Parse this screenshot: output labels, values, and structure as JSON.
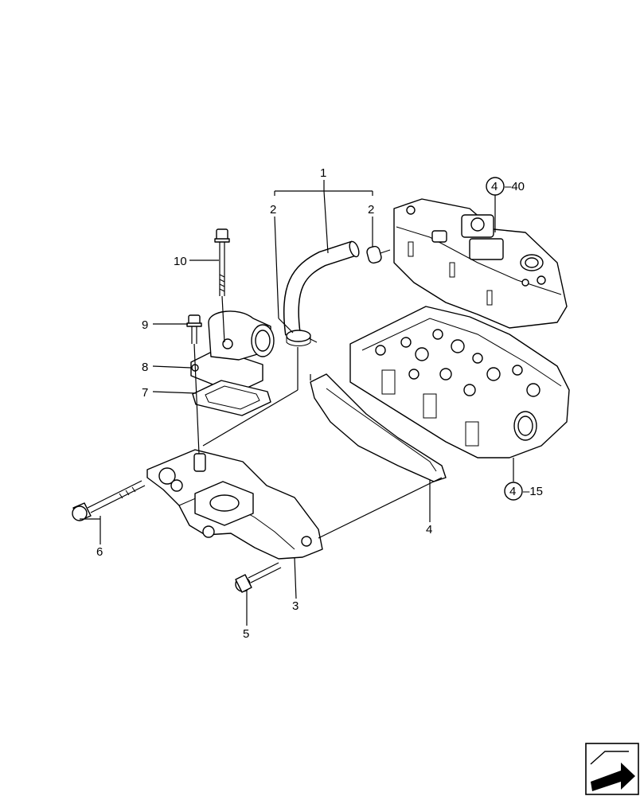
{
  "callouts": [
    {
      "id": "c1",
      "text": "1"
    },
    {
      "id": "c2a",
      "text": "2"
    },
    {
      "id": "c2b",
      "text": "2"
    },
    {
      "id": "c3",
      "text": "3"
    },
    {
      "id": "c4",
      "text": "4"
    },
    {
      "id": "c5",
      "text": "5"
    },
    {
      "id": "c6",
      "text": "6"
    },
    {
      "id": "c7",
      "text": "7"
    },
    {
      "id": "c8",
      "text": "8"
    },
    {
      "id": "c9",
      "text": "9"
    },
    {
      "id": "c10",
      "text": "10"
    }
  ],
  "references": [
    {
      "id": "r40",
      "circle": "4",
      "suffix": "–40"
    },
    {
      "id": "r15",
      "circle": "4",
      "suffix": "–15"
    }
  ],
  "icons": {
    "corner": "next-page-arrow-icon"
  }
}
